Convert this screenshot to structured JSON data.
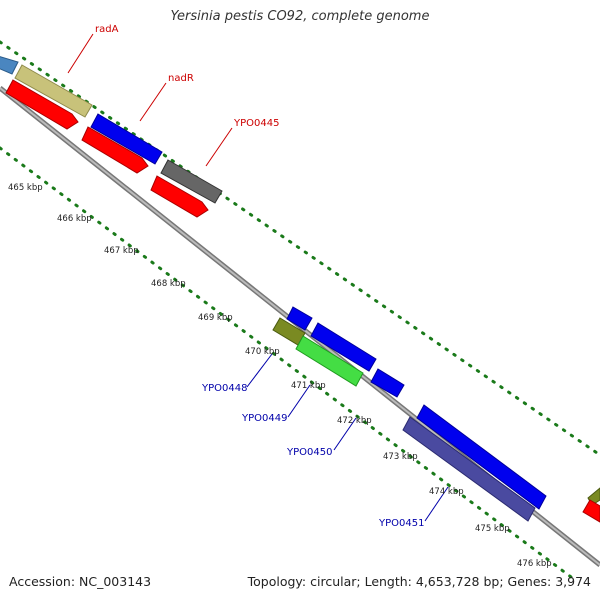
{
  "title": "Yersinia pestis CO92, complete genome",
  "footer": {
    "accession": "Accession: NC_003143",
    "summary": "Topology: circular; Length: 4,653,728 bp; Genes: 3,974"
  },
  "tick_labels": [
    "465 kbp",
    "466 kbp",
    "467 kbp",
    "468 kbp",
    "469 kbp",
    "470 kbp",
    "471 kbp",
    "472 kbp",
    "473 kbp",
    "474 kbp",
    "475 kbp",
    "476 kbp"
  ],
  "gene_labels_red": [
    "radA",
    "nadR",
    "YPO0445"
  ],
  "gene_labels_blue": [
    "YPO0448",
    "YPO0449",
    "YPO0450",
    "YPO0451"
  ],
  "colors": {
    "backbone": "#888888",
    "red": "#ff0000",
    "blue": "#0000ee",
    "grey": "#666666",
    "khaki": "#c8c27a",
    "green": "#44dd44",
    "olive": "#7a8a22",
    "navy": "#4a4aa0",
    "steel": "#4a86c0",
    "dots": "#1a7a1a",
    "label_red": "#cc0000",
    "label_blue": "#0000aa"
  }
}
